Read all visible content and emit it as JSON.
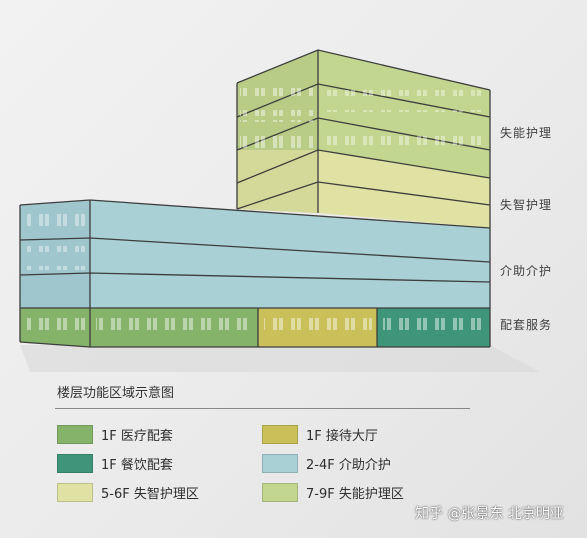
{
  "colors": {
    "medical": "#86b36a",
    "dining": "#3f957a",
    "reception": "#c9c05a",
    "assisted": "#a8d0d5",
    "dementia": "#dfe2a2",
    "disability": "#c2d68f"
  },
  "floor_labels": {
    "disability_care": "失能护理",
    "dementia_care": "失智护理",
    "assisted_care": "介助介护",
    "support_services": "配套服务"
  },
  "legend": {
    "title": "楼层功能区域示意图",
    "items": [
      {
        "text": "1F 医疗配套",
        "color": "#86b36a",
        "icon": "legend-swatch-medical"
      },
      {
        "text": "1F 接待大厅",
        "color": "#c9c05a",
        "icon": "legend-swatch-reception"
      },
      {
        "text": "1F 餐饮配套",
        "color": "#3f957a",
        "icon": "legend-swatch-dining"
      },
      {
        "text": "2-4F 介助介护",
        "color": "#a8d0d5",
        "icon": "legend-swatch-assisted"
      },
      {
        "text": "5-6F 失智护理区",
        "color": "#dfe2a2",
        "icon": "legend-swatch-dementia"
      },
      {
        "text": "7-9F 失能护理区",
        "color": "#c2d68f",
        "icon": "legend-swatch-disability"
      }
    ]
  },
  "watermark": "知乎 @张景东 北京明亚"
}
